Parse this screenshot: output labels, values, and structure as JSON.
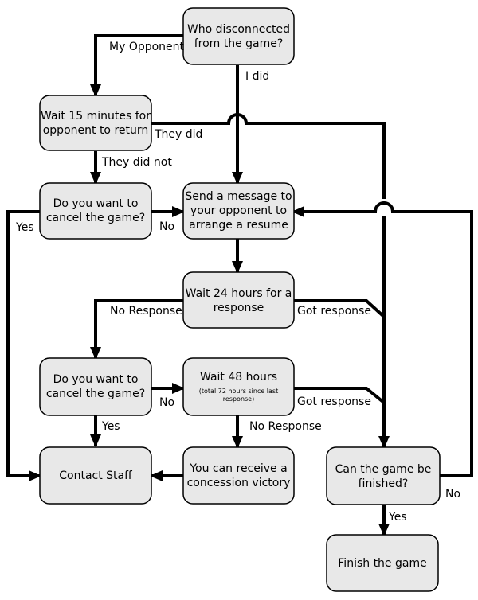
{
  "nodes": {
    "who": {
      "lines": [
        "Who disconnected",
        "from the game?"
      ]
    },
    "wait15": {
      "lines": [
        "Wait 15 minutes for",
        "opponent to return"
      ]
    },
    "cancel1": {
      "lines": [
        "Do you want to",
        "cancel the game?"
      ]
    },
    "send": {
      "lines": [
        "Send a message to",
        "your opponent to",
        "arrange a resume"
      ]
    },
    "wait24": {
      "lines": [
        "Wait 24 hours for a",
        "response"
      ]
    },
    "cancel2": {
      "lines": [
        "Do you want to",
        "cancel the game?"
      ]
    },
    "wait48": {
      "lines": [
        "Wait 48 hours"
      ],
      "note_lines": [
        "(total 72 hours since last",
        "response)"
      ]
    },
    "staff": {
      "lines": [
        "Contact Staff"
      ]
    },
    "concession": {
      "lines": [
        "You can receive a",
        "concession victory"
      ]
    },
    "finishable": {
      "lines": [
        "Can the game be",
        "finished?"
      ]
    },
    "finish": {
      "lines": [
        "Finish the game"
      ]
    }
  },
  "edges": {
    "my_opponent": "My Opponent",
    "i_did": "I did",
    "they_did": "They did",
    "they_did_not": "They did not",
    "yes_cancel1": "Yes",
    "no_cancel1": "No",
    "no_response_24": "No Response",
    "got_response_24": "Got response",
    "no_cancel2": "No",
    "yes_cancel2": "Yes",
    "got_response_48": "Got response",
    "no_response_48": "No Response",
    "no_finishable": "No",
    "yes_finishable": "Yes"
  }
}
